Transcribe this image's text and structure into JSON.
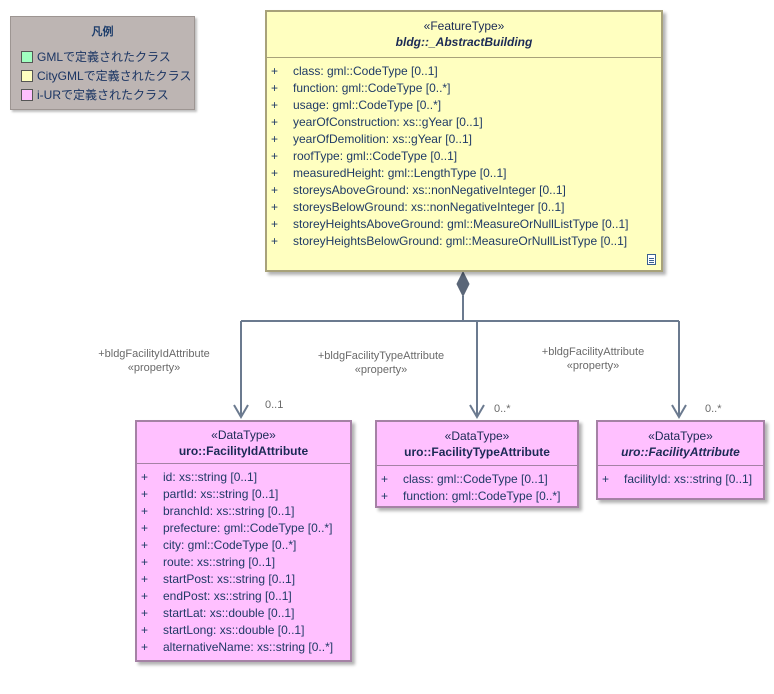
{
  "legend": {
    "title": "凡例",
    "items": [
      {
        "label": "GMLで定義されたクラス",
        "color": "#a0ffc0"
      },
      {
        "label": "CityGMLで定義されたクラス",
        "color": "#ffffc0"
      },
      {
        "label": "i-URで定義されたクラス",
        "color": "#ffc0ff"
      }
    ]
  },
  "building": {
    "stereotype": "«FeatureType»",
    "name": "bldg::_AbstractBuilding",
    "attributes": [
      "class: gml::CodeType [0..1]",
      "function: gml::CodeType [0..*]",
      "usage: gml::CodeType [0..*]",
      "yearOfConstruction: xs::gYear [0..1]",
      "yearOfDemolition: xs::gYear [0..1]",
      "roofType: gml::CodeType [0..1]",
      "measuredHeight: gml::LengthType [0..1]",
      "storeysAboveGround: xs::nonNegativeInteger [0..1]",
      "storeysBelowGround: xs::nonNegativeInteger [0..1]",
      "storeyHeightsAboveGround: gml::MeasureOrNullListType [0..1]",
      "storeyHeightsBelowGround: gml::MeasureOrNullListType [0..1]"
    ]
  },
  "facility_id": {
    "stereotype": "«DataType»",
    "name": "uro::FacilityIdAttribute",
    "attributes": [
      "id: xs::string [0..1]",
      "partId: xs::string [0..1]",
      "branchId: xs::string [0..1]",
      "prefecture: gml::CodeType [0..*]",
      "city: gml::CodeType [0..*]",
      "route: xs::string [0..1]",
      "startPost: xs::string [0..1]",
      "endPost: xs::string [0..1]",
      "startLat: xs::double [0..1]",
      "startLong: xs::double [0..1]",
      "alternativeName: xs::string [0..*]"
    ]
  },
  "facility_type": {
    "stereotype": "«DataType»",
    "name": "uro::FacilityTypeAttribute",
    "attributes": [
      "class: gml::CodeType [0..1]",
      "function: gml::CodeType [0..*]"
    ]
  },
  "facility_attr": {
    "stereotype": "«DataType»",
    "name": "uro::FacilityAttribute",
    "attributes": [
      "facilityId: xs::string [0..1]"
    ]
  },
  "associations": [
    {
      "role": "+bldgFacilityIdAttribute",
      "stereotype": "«property»",
      "multiplicity": "0..1"
    },
    {
      "role": "+bldgFacilityTypeAttribute",
      "stereotype": "«property»",
      "multiplicity": "0..*"
    },
    {
      "role": "+bldgFacilityAttribute",
      "stereotype": "«property»",
      "multiplicity": "0..*"
    }
  ],
  "attr_marker": "+"
}
